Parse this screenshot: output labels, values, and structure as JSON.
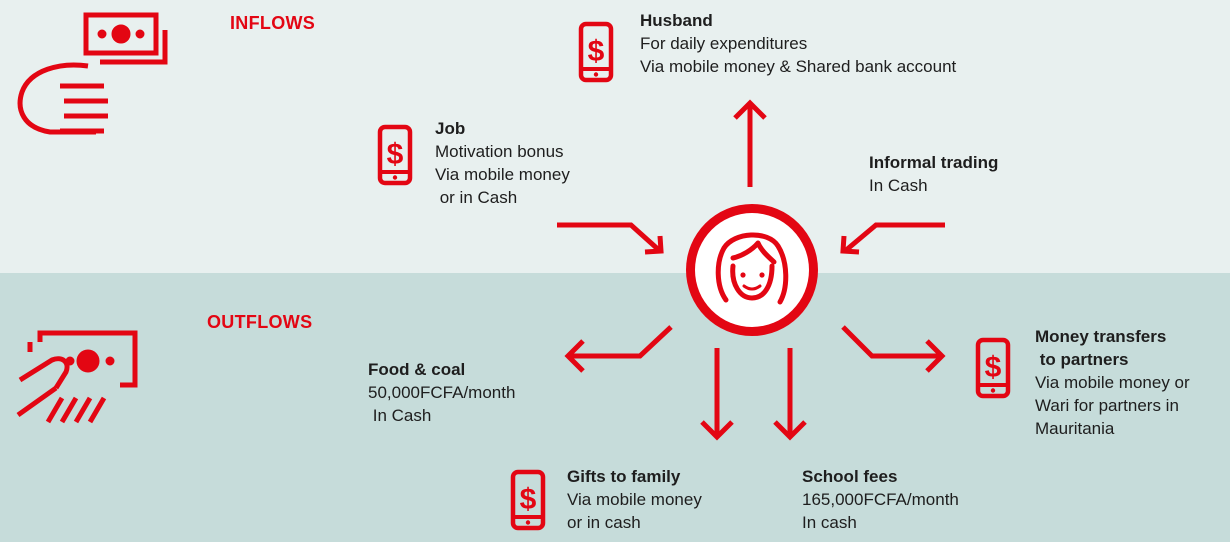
{
  "colors": {
    "accent": "#e30613",
    "inflow_bg": "#e8f0ef",
    "outflow_bg": "#c6dcda",
    "text": "#1e1e1e"
  },
  "sections": {
    "inflows": "INFLOWS",
    "outflows": "OUTFLOWS"
  },
  "center": {
    "icon": "woman-face-icon"
  },
  "inflows": {
    "husband": {
      "icon": "mobile-money-icon",
      "title": "Husband",
      "lines": [
        "For daily expenditures",
        "Via mobile money & Shared bank account"
      ]
    },
    "job": {
      "icon": "mobile-money-icon",
      "title": "Job",
      "lines": [
        "Motivation bonus",
        "Via mobile money",
        " or in Cash"
      ]
    },
    "informal_trading": {
      "title": "Informal trading",
      "lines": [
        "In Cash"
      ]
    }
  },
  "outflows": {
    "food_coal": {
      "title": "Food & coal",
      "lines": [
        "50,000FCFA/month",
        " In Cash"
      ]
    },
    "money_transfers": {
      "icon": "mobile-money-icon",
      "title": "Money transfers",
      "title2": " to partners",
      "lines": [
        "Via mobile money or",
        "Wari for partners in",
        "Mauritania"
      ]
    },
    "gifts": {
      "icon": "mobile-money-icon",
      "title": "Gifts to family",
      "lines": [
        "Via mobile money",
        "or in cash"
      ]
    },
    "school_fees": {
      "title": "School fees",
      "lines": [
        "165,000FCFA/month",
        "In cash"
      ]
    }
  }
}
